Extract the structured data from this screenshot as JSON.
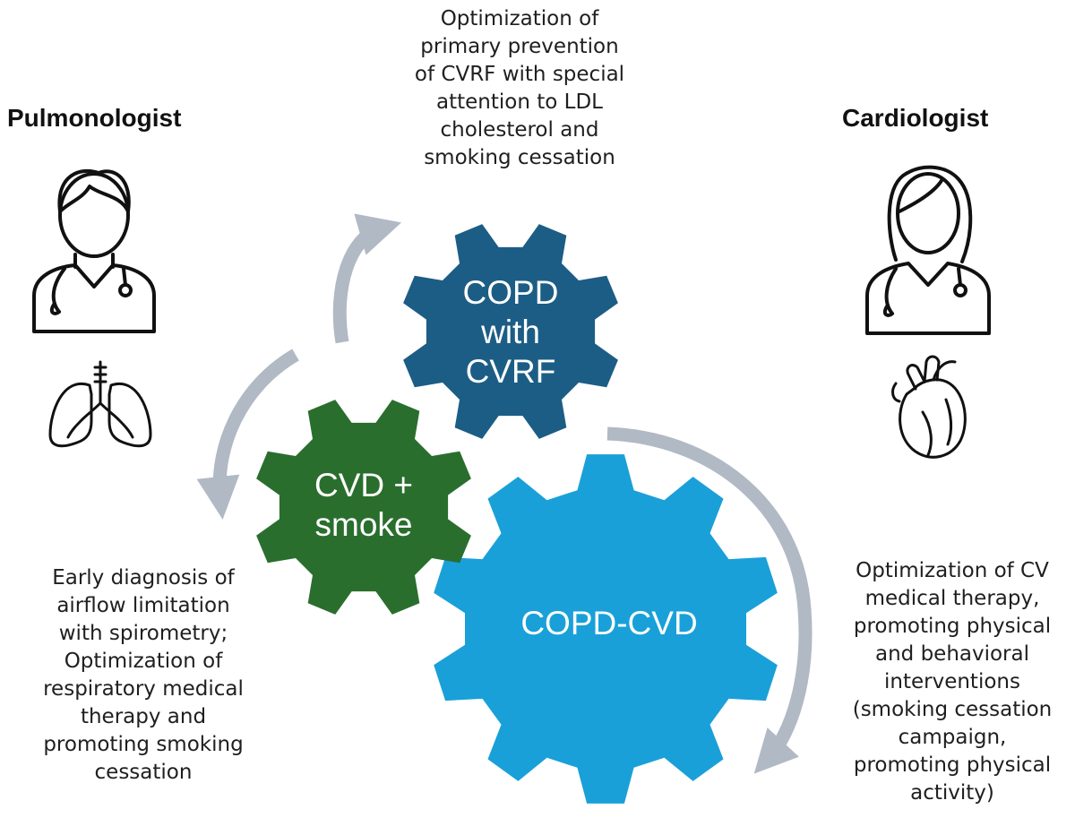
{
  "roles": {
    "left": "Pulmonologist",
    "right": "Cardiologist"
  },
  "top_text": [
    "Optimization of",
    "primary prevention",
    "of CVRF with special",
    "attention to LDL",
    "cholesterol and",
    "smoking cessation"
  ],
  "left_text": [
    "Early diagnosis of",
    "airflow limitation",
    "with spirometry;",
    "Optimization of",
    "respiratory medical",
    "therapy and",
    "promoting smoking",
    "cessation"
  ],
  "right_text": [
    "Optimization of CV",
    "medical therapy,",
    "promoting physical",
    "and behavioral",
    "interventions",
    "(smoking cessation",
    "campaign,",
    "promoting physical",
    "activity)"
  ],
  "gears": {
    "copd_cvrf": {
      "lines": [
        "COPD",
        "with",
        "CVRF"
      ],
      "color": "#1c5d86"
    },
    "cvd_smoke": {
      "lines": [
        "CVD +",
        "smoke"
      ],
      "color": "#2a6e2e"
    },
    "copd_cvd": {
      "lines": [
        "COPD-CVD"
      ],
      "color": "#1aa0d8"
    }
  },
  "icons": [
    "doctor-male-icon",
    "lungs-icon",
    "doctor-female-icon",
    "heart-icon"
  ],
  "arrow_color": "#b0b9c4"
}
